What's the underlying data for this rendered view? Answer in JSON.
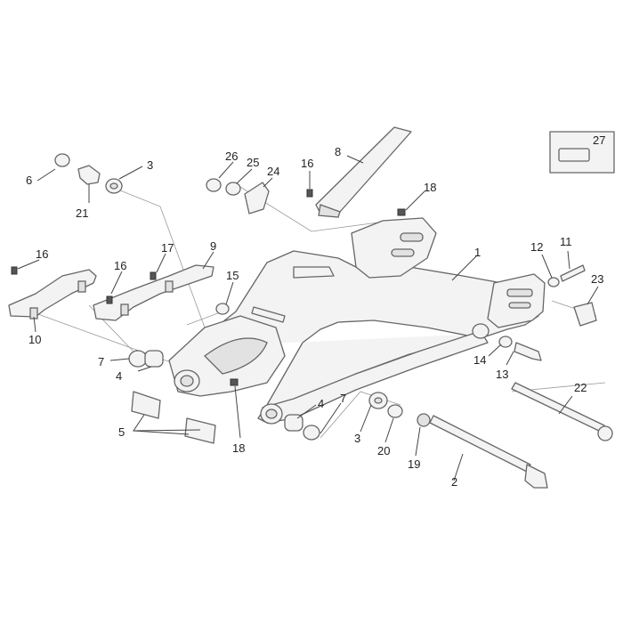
{
  "labels": [
    {
      "id": "1",
      "text": "1"
    },
    {
      "id": "2",
      "text": "2"
    },
    {
      "id": "3a",
      "text": "3"
    },
    {
      "id": "3b",
      "text": "3"
    },
    {
      "id": "4a",
      "text": "4"
    },
    {
      "id": "4b",
      "text": "4"
    },
    {
      "id": "5",
      "text": "5"
    },
    {
      "id": "6",
      "text": "6"
    },
    {
      "id": "7a",
      "text": "7"
    },
    {
      "id": "7b",
      "text": "7"
    },
    {
      "id": "8",
      "text": "8"
    },
    {
      "id": "9",
      "text": "9"
    },
    {
      "id": "10",
      "text": "10"
    },
    {
      "id": "11",
      "text": "11"
    },
    {
      "id": "12",
      "text": "12"
    },
    {
      "id": "13",
      "text": "13"
    },
    {
      "id": "14",
      "text": "14"
    },
    {
      "id": "15",
      "text": "15"
    },
    {
      "id": "16a",
      "text": "16"
    },
    {
      "id": "16b",
      "text": "16"
    },
    {
      "id": "16c",
      "text": "16"
    },
    {
      "id": "17",
      "text": "17"
    },
    {
      "id": "18a",
      "text": "18"
    },
    {
      "id": "18b",
      "text": "18"
    },
    {
      "id": "19",
      "text": "19"
    },
    {
      "id": "20",
      "text": "20"
    },
    {
      "id": "21",
      "text": "21"
    },
    {
      "id": "22",
      "text": "22"
    },
    {
      "id": "23",
      "text": "23"
    },
    {
      "id": "24",
      "text": "24"
    },
    {
      "id": "25",
      "text": "25"
    },
    {
      "id": "26",
      "text": "26"
    },
    {
      "id": "27",
      "text": "27"
    }
  ]
}
